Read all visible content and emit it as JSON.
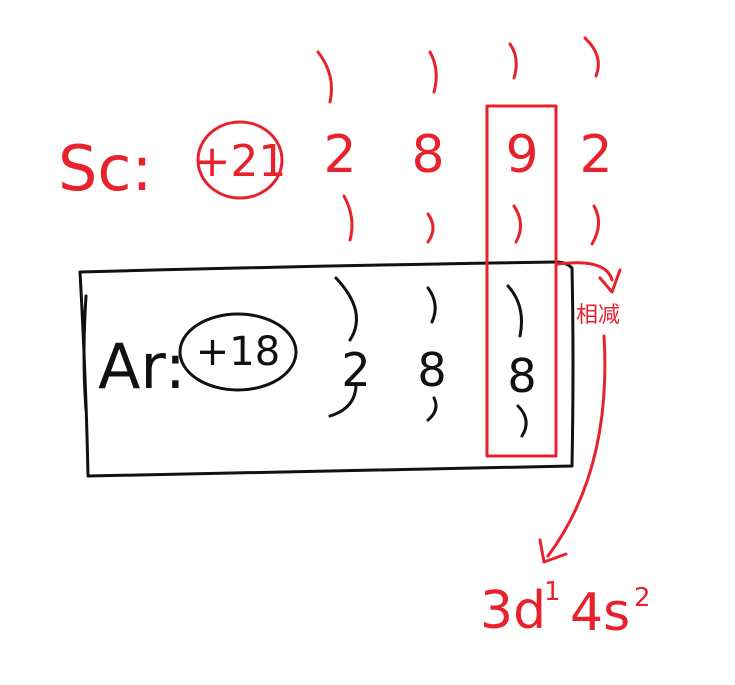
{
  "colors": {
    "ink_red": "#e8222c",
    "ink_black": "#111111",
    "background": "#ffffff"
  },
  "sc": {
    "symbol": "Sc:",
    "nucleus": "+21",
    "shells": [
      "2",
      "8",
      "9",
      "2"
    ]
  },
  "ar": {
    "symbol": "Ar:",
    "nucleus": "+18",
    "shells": [
      "2",
      "8",
      "8"
    ]
  },
  "annotation": {
    "subtract_label": "相减",
    "result_main": "3d",
    "result_sup1": "1",
    "result_mid": "4s",
    "result_sup2": "2"
  }
}
